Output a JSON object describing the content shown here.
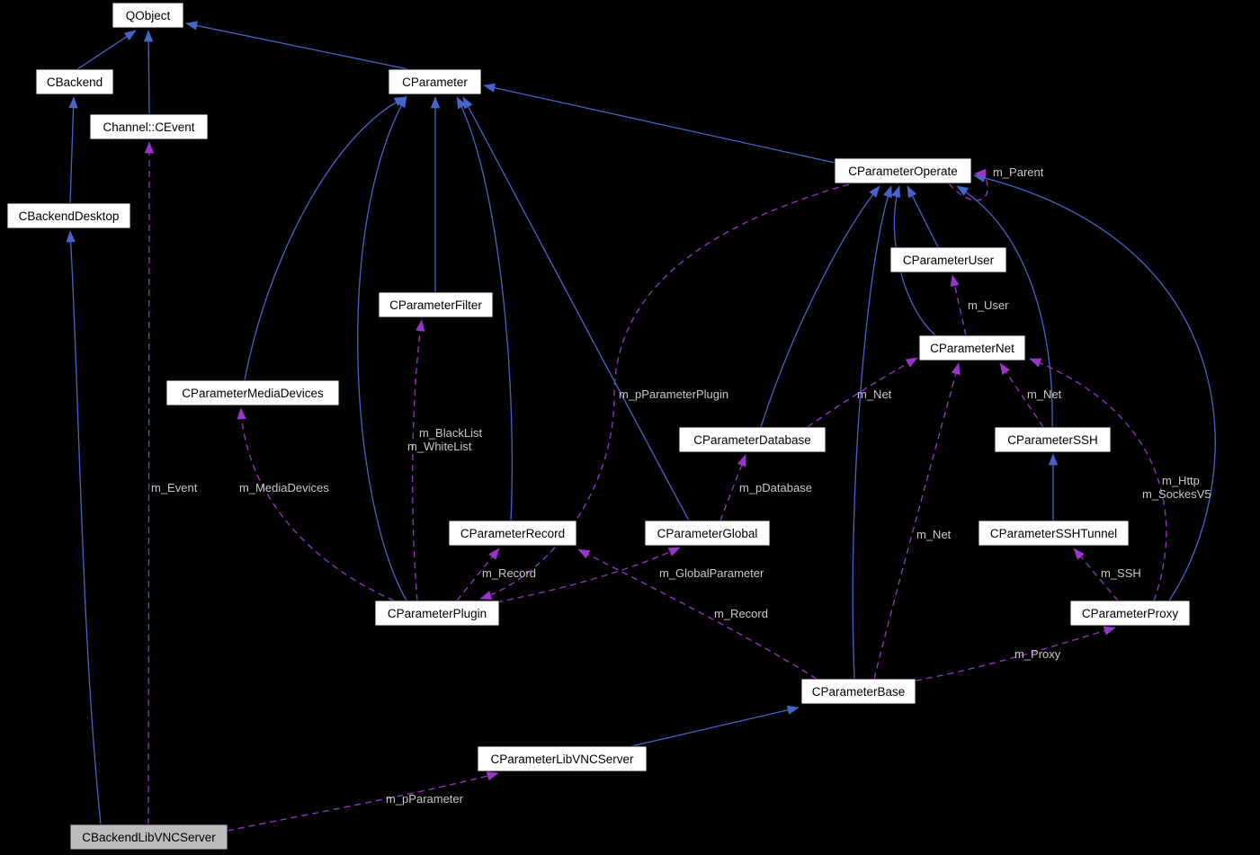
{
  "diagram": {
    "type": "collaboration-graph",
    "highlighted_node": "CBackendLibVNCServer",
    "colors": {
      "background": "#000000",
      "node_fill": "#ffffff",
      "node_fill_highlight": "#bcbcbc",
      "node_border": "#111111",
      "node_text": "#000000",
      "inheritance_edge": "#4665cc",
      "usage_edge": "#9a35cc",
      "edge_label_text": "#c9c9c9"
    }
  },
  "nodes": {
    "qobject": {
      "label": "QObject"
    },
    "cbackend": {
      "label": "CBackend"
    },
    "channel_cevent": {
      "label": "Channel::CEvent"
    },
    "cparameter": {
      "label": "CParameter"
    },
    "cbackenddesktop": {
      "label": "CBackendDesktop"
    },
    "cparameteroperate": {
      "label": "CParameterOperate"
    },
    "cparameteruser": {
      "label": "CParameterUser"
    },
    "cparameterfilter": {
      "label": "CParameterFilter"
    },
    "cparameternet": {
      "label": "CParameterNet"
    },
    "cparametermediadevices": {
      "label": "CParameterMediaDevices"
    },
    "cparameterdatabase": {
      "label": "CParameterDatabase"
    },
    "cparameterssh": {
      "label": "CParameterSSH"
    },
    "cparameterrecord": {
      "label": "CParameterRecord"
    },
    "cparameterglobal": {
      "label": "CParameterGlobal"
    },
    "cparametersshtunnel": {
      "label": "CParameterSSHTunnel"
    },
    "cparameterplugin": {
      "label": "CParameterPlugin"
    },
    "cparameterproxy": {
      "label": "CParameterProxy"
    },
    "cparameterbase": {
      "label": "CParameterBase"
    },
    "cparameterlibvncserver": {
      "label": "CParameterLibVNCServer"
    },
    "cbackendlibvncserver": {
      "label": "CBackendLibVNCServer"
    }
  },
  "edge_labels": {
    "m_parent": {
      "label": "m_Parent"
    },
    "m_event": {
      "label": "m_Event"
    },
    "m_mediadevices": {
      "label": "m_MediaDevices"
    },
    "m_blacklist": {
      "label": "m_BlackList"
    },
    "m_whitelist": {
      "label": "m_WhiteList"
    },
    "m_pparameterplugin": {
      "label": "m_pParameterPlugin"
    },
    "m_user": {
      "label": "m_User"
    },
    "m_net_database": {
      "label": "m_Net"
    },
    "m_net_ssh": {
      "label": "m_Net"
    },
    "m_net_base": {
      "label": "m_Net"
    },
    "m_http": {
      "label": "m_Http"
    },
    "m_sockesv5": {
      "label": "m_SockesV5"
    },
    "m_pdatabase": {
      "label": "m_pDatabase"
    },
    "m_record_plugin": {
      "label": "m_Record"
    },
    "m_globalparameter": {
      "label": "m_GlobalParameter"
    },
    "m_record_base": {
      "label": "m_Record"
    },
    "m_ssh": {
      "label": "m_SSH"
    },
    "m_proxy": {
      "label": "m_Proxy"
    },
    "m_pparameter": {
      "label": "m_pParameter"
    }
  },
  "relationships": {
    "inheritance": [
      {
        "derived": "CBackend",
        "base": "QObject"
      },
      {
        "derived": "Channel::CEvent",
        "base": "QObject"
      },
      {
        "derived": "CParameter",
        "base": "QObject"
      },
      {
        "derived": "CBackendDesktop",
        "base": "CBackend"
      },
      {
        "derived": "CParameterOperate",
        "base": "CParameter"
      },
      {
        "derived": "CParameterFilter",
        "base": "CParameter"
      },
      {
        "derived": "CParameterMediaDevices",
        "base": "CParameter"
      },
      {
        "derived": "CParameterRecord",
        "base": "CParameter"
      },
      {
        "derived": "CParameterGlobal",
        "base": "CParameter"
      },
      {
        "derived": "CParameterPlugin",
        "base": "CParameter"
      },
      {
        "derived": "CParameterUser",
        "base": "CParameterOperate"
      },
      {
        "derived": "CParameterNet",
        "base": "CParameterOperate"
      },
      {
        "derived": "CParameterDatabase",
        "base": "CParameterOperate"
      },
      {
        "derived": "CParameterSSH",
        "base": "CParameterOperate"
      },
      {
        "derived": "CParameterSSHTunnel",
        "base": "CParameterSSH"
      },
      {
        "derived": "CParameterProxy",
        "base": "CParameterOperate"
      },
      {
        "derived": "CParameterBase",
        "base": "CParameterOperate"
      },
      {
        "derived": "CParameterLibVNCServer",
        "base": "CParameterBase"
      },
      {
        "derived": "CBackendLibVNCServer",
        "base": "CBackendDesktop"
      }
    ],
    "usage": [
      {
        "owner": "CParameterOperate",
        "member": "m_Parent",
        "type": "CParameterOperate"
      },
      {
        "owner": "CBackendLibVNCServer",
        "member": "m_Event",
        "type": "Channel::CEvent"
      },
      {
        "owner": "CParameterPlugin",
        "member": "m_MediaDevices",
        "type": "CParameterMediaDevices"
      },
      {
        "owner": "CParameterPlugin",
        "member": "m_BlackList",
        "type": "CParameterFilter"
      },
      {
        "owner": "CParameterPlugin",
        "member": "m_WhiteList",
        "type": "CParameterFilter"
      },
      {
        "owner": "CParameterOperate",
        "member": "m_pParameterPlugin",
        "type": "CParameterPlugin"
      },
      {
        "owner": "CParameterNet",
        "member": "m_User",
        "type": "CParameterUser"
      },
      {
        "owner": "CParameterDatabase",
        "member": "m_Net",
        "type": "CParameterNet"
      },
      {
        "owner": "CParameterSSH",
        "member": "m_Net",
        "type": "CParameterNet"
      },
      {
        "owner": "CParameterBase",
        "member": "m_Net",
        "type": "CParameterNet"
      },
      {
        "owner": "CParameterProxy",
        "member": "m_Http",
        "type": "CParameterNet"
      },
      {
        "owner": "CParameterProxy",
        "member": "m_SockesV5",
        "type": "CParameterNet"
      },
      {
        "owner": "CParameterGlobal",
        "member": "m_pDatabase",
        "type": "CParameterDatabase"
      },
      {
        "owner": "CParameterPlugin",
        "member": "m_Record",
        "type": "CParameterRecord"
      },
      {
        "owner": "CParameterPlugin",
        "member": "m_GlobalParameter",
        "type": "CParameterGlobal"
      },
      {
        "owner": "CParameterBase",
        "member": "m_Record",
        "type": "CParameterRecord"
      },
      {
        "owner": "CParameterProxy",
        "member": "m_SSH",
        "type": "CParameterSSHTunnel"
      },
      {
        "owner": "CParameterBase",
        "member": "m_Proxy",
        "type": "CParameterProxy"
      },
      {
        "owner": "CBackendLibVNCServer",
        "member": "m_pParameter",
        "type": "CParameterLibVNCServer"
      }
    ]
  }
}
